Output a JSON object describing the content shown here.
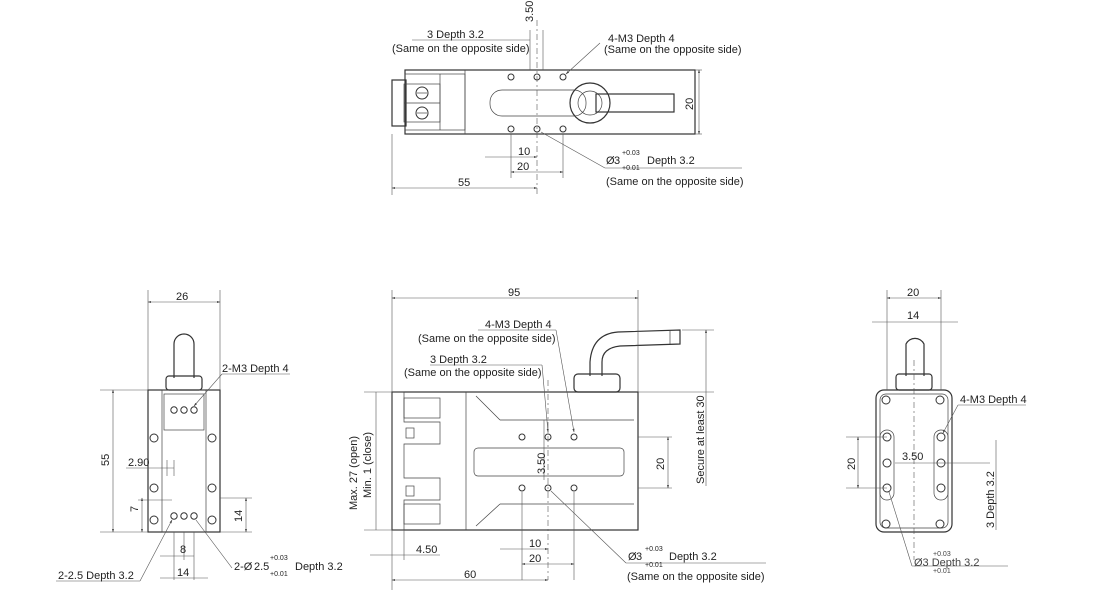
{
  "top_view": {
    "label_3_depth": "3  Depth 3.2",
    "same_side_1": "(Same on the opposite side)",
    "label_m3": "4-M3 Depth 4",
    "same_side_2": "(Same on the opposite side)",
    "dim_350": "3.50",
    "dim_20_right": "20",
    "dim_10": "10",
    "dim_20_bottom": "20",
    "dim_55": "55",
    "dia_symbol": "Ø",
    "dia_value": "3",
    "tol_upper": "+0.03",
    "tol_lower": "+0.01",
    "depth_text": "Depth 3.2",
    "same_side_3": "(Same on the opposite side)"
  },
  "left_view": {
    "dim_26": "26",
    "label_2m3": "2-M3 Depth 4",
    "dim_55": "55",
    "dim_290": "2.90",
    "dim_7": "7",
    "dim_14_right": "14",
    "dim_8": "8",
    "dim_14_bottom": "14",
    "label_25": "2-2.5 Depth 3.2",
    "label_dia_prefix": "2-Ø",
    "label_dia_value": "2.5",
    "tol_upper": "+0.03",
    "tol_lower": "+0.01",
    "depth_text": "Depth 3.2"
  },
  "front_view": {
    "dim_95": "95",
    "label_m3": "4-M3 Depth 4",
    "same_side_1": "(Same on the opposite side)",
    "label_3": "3 Depth 3.2",
    "same_side_2": "(Same on the opposite side)",
    "max_open": "Max. 27 (open)",
    "min_close": "Min. 1 (close)",
    "dim_350": "3.50",
    "dim_20": "20",
    "secure": "Secure at least 30",
    "dim_450": "4.50",
    "dim_10": "10",
    "dim_20_bottom": "20",
    "dim_60": "60",
    "dia_symbol": "Ø",
    "dia_value": "3",
    "tol_upper": "+0.03",
    "tol_lower": "+0.01",
    "depth_text": "Depth 3.2",
    "same_side_3": "(Same on the opposite side)"
  },
  "right_view": {
    "dim_20_top": "20",
    "dim_14": "14",
    "label_m3": "4-M3 Depth 4",
    "dim_20_left": "20",
    "dim_350": "3.50",
    "dim_3_depth": "3  Depth 3.2",
    "bottom_label": "Ø3  Depth 3.2",
    "tol_upper": "+0.03",
    "tol_lower": "+0.01"
  }
}
